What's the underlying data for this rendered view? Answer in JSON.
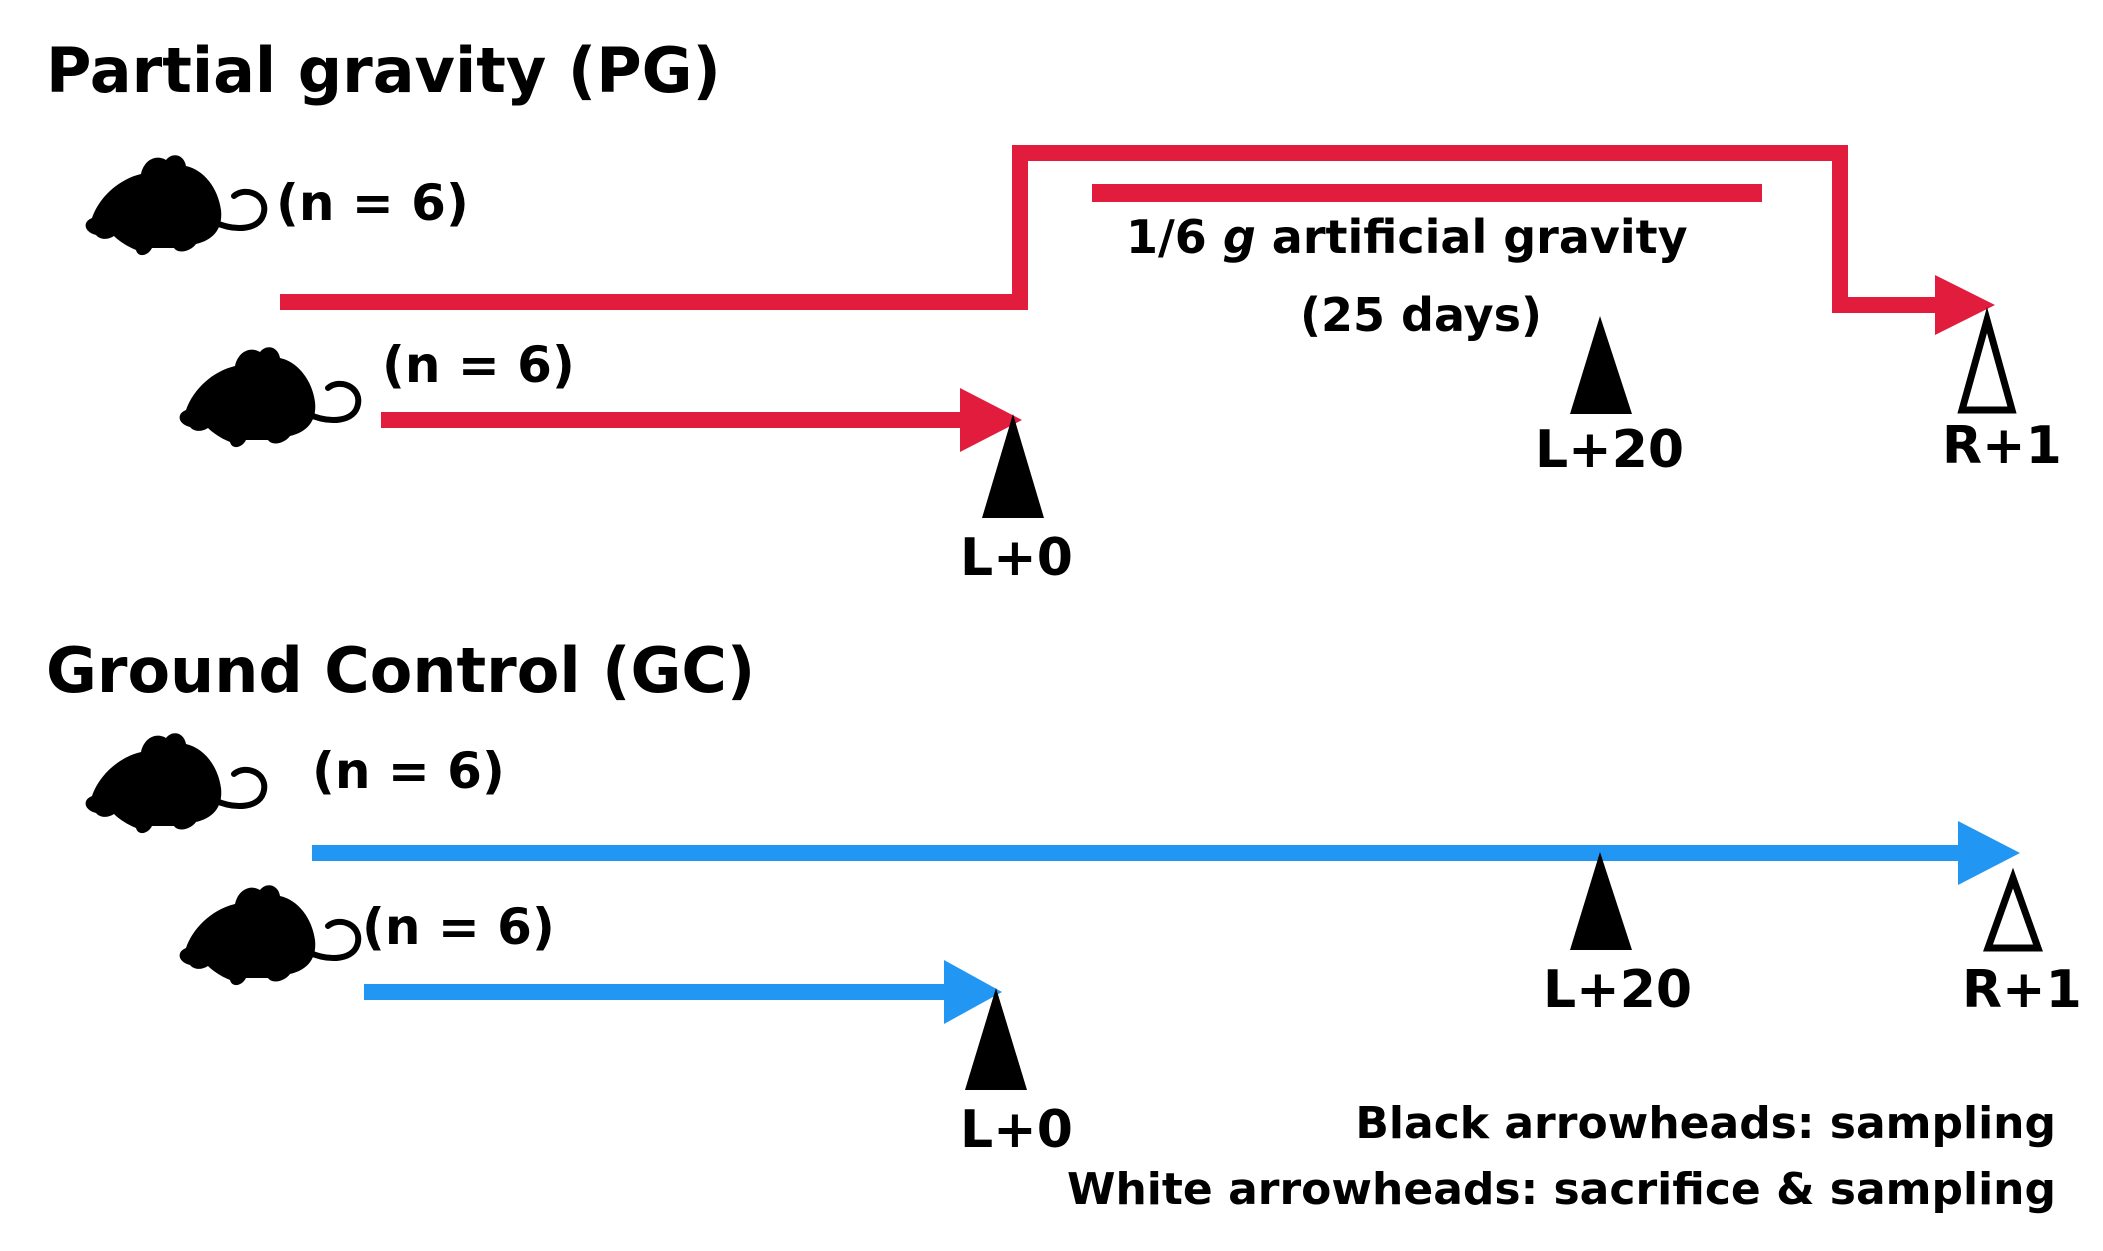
{
  "colors": {
    "pg_line": "#e11c3d",
    "gc_line": "#2196f3",
    "text": "#000000"
  },
  "pg": {
    "title": "Partial gravity (PG)",
    "group1_n": "(n = 6)",
    "group2_n": "(n = 6)",
    "ag_line1": "1/6 ",
    "ag_g": "g",
    "ag_line1_rest": " artificial gravity",
    "ag_line2": "(25 days)",
    "marker_l0": "L+0",
    "marker_l20": "L+20",
    "marker_r1": "R+1"
  },
  "gc": {
    "title": "Ground Control (GC)",
    "group1_n": "(n = 6)",
    "group2_n": "(n = 6)",
    "marker_l0": "L+0",
    "marker_l20": "L+20",
    "marker_r1": "R+1"
  },
  "legend": {
    "black": "Black arrowheads: sampling",
    "white": "White arrowheads: sacrifice & sampling"
  },
  "icons": [
    "mouse-icon",
    "arrowhead-filled-icon",
    "arrowhead-open-icon"
  ]
}
